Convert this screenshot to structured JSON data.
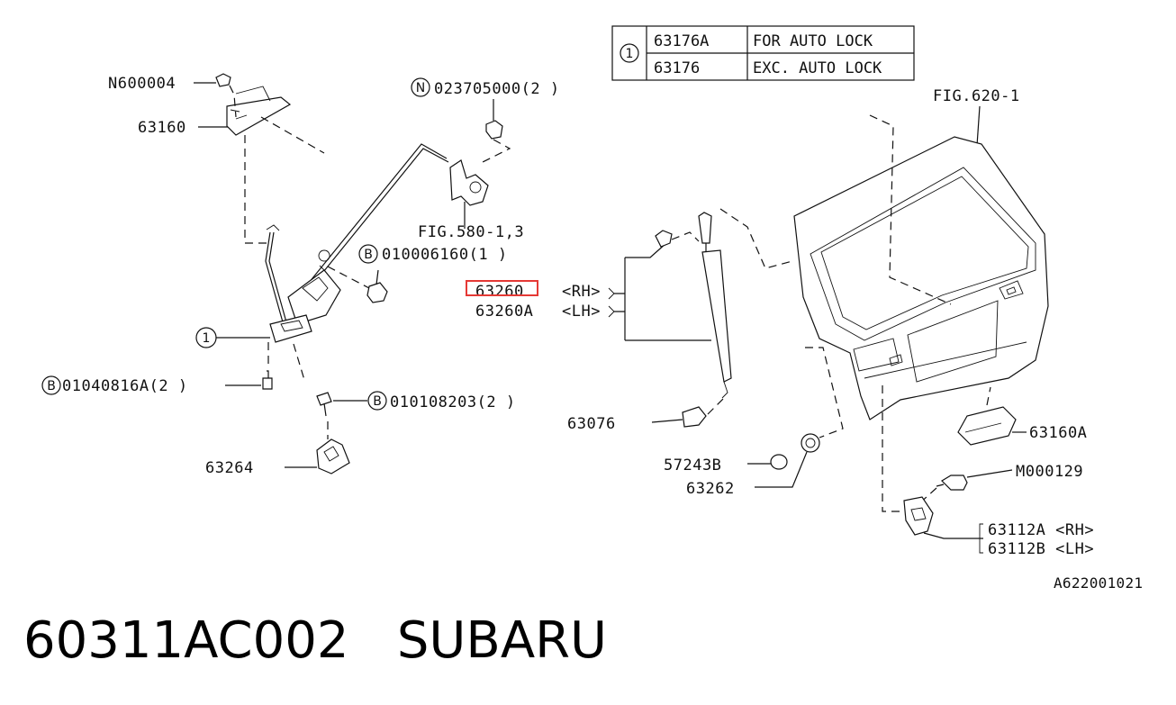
{
  "caption": {
    "part_number": "60311AC002",
    "brand": "SUBARU"
  },
  "table": {
    "ref": "1",
    "rows": [
      {
        "part": "63176A",
        "desc": "FOR AUTO LOCK"
      },
      {
        "part": "63176",
        "desc": "EXC. AUTO LOCK"
      }
    ]
  },
  "labels": {
    "n600004": "N600004",
    "p63160": "63160",
    "n023705000": "023705000(2 )",
    "fig580": "FIG.580-1,3",
    "b010006160": "010006160(1 )",
    "p63260": "63260",
    "p63260_rh": "<RH>",
    "p63260a": "63260A",
    "p63260a_lh": "<LH>",
    "ref1": "1",
    "b01040816a": "01040816A(2 )",
    "b010108203": "010108203(2 )",
    "p63264": "63264",
    "p63076": "63076",
    "p57243b": "57243B",
    "p63262": "63262",
    "fig620": "FIG.620-1",
    "p63160a": "63160A",
    "m000129": "M000129",
    "p63112a": "63112A <RH>",
    "p63112b": "63112B <LH>",
    "diagram_id": "A622001021",
    "sym_n": "N",
    "sym_b": "B"
  }
}
